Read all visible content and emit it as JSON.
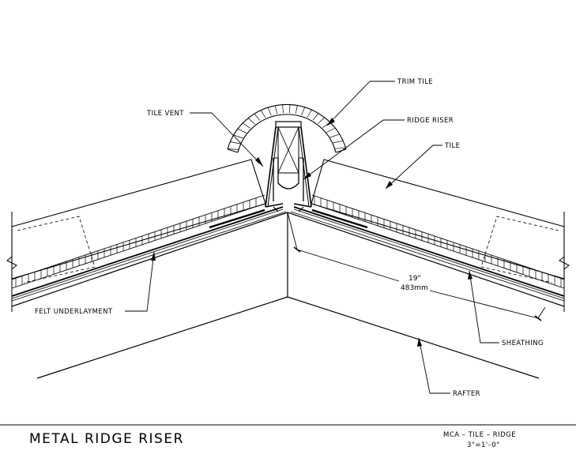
{
  "title": "METAL RIDGE RISER",
  "reference": {
    "line1": "MCA – TILE – RIDGE",
    "line2": "3\"=1'–0\""
  },
  "labels": {
    "trim_tile": "TRIM TILE",
    "tile_vent": "TILE VENT",
    "ridge_riser": "RIDGE RISER",
    "tile": "TILE",
    "felt_underlayment": "FELT UNDERLAYMENT",
    "sheathing": "SHEATHING",
    "rafter": "RAFTER"
  },
  "dimension": {
    "imperial": "19\"",
    "metric": "483mm"
  }
}
